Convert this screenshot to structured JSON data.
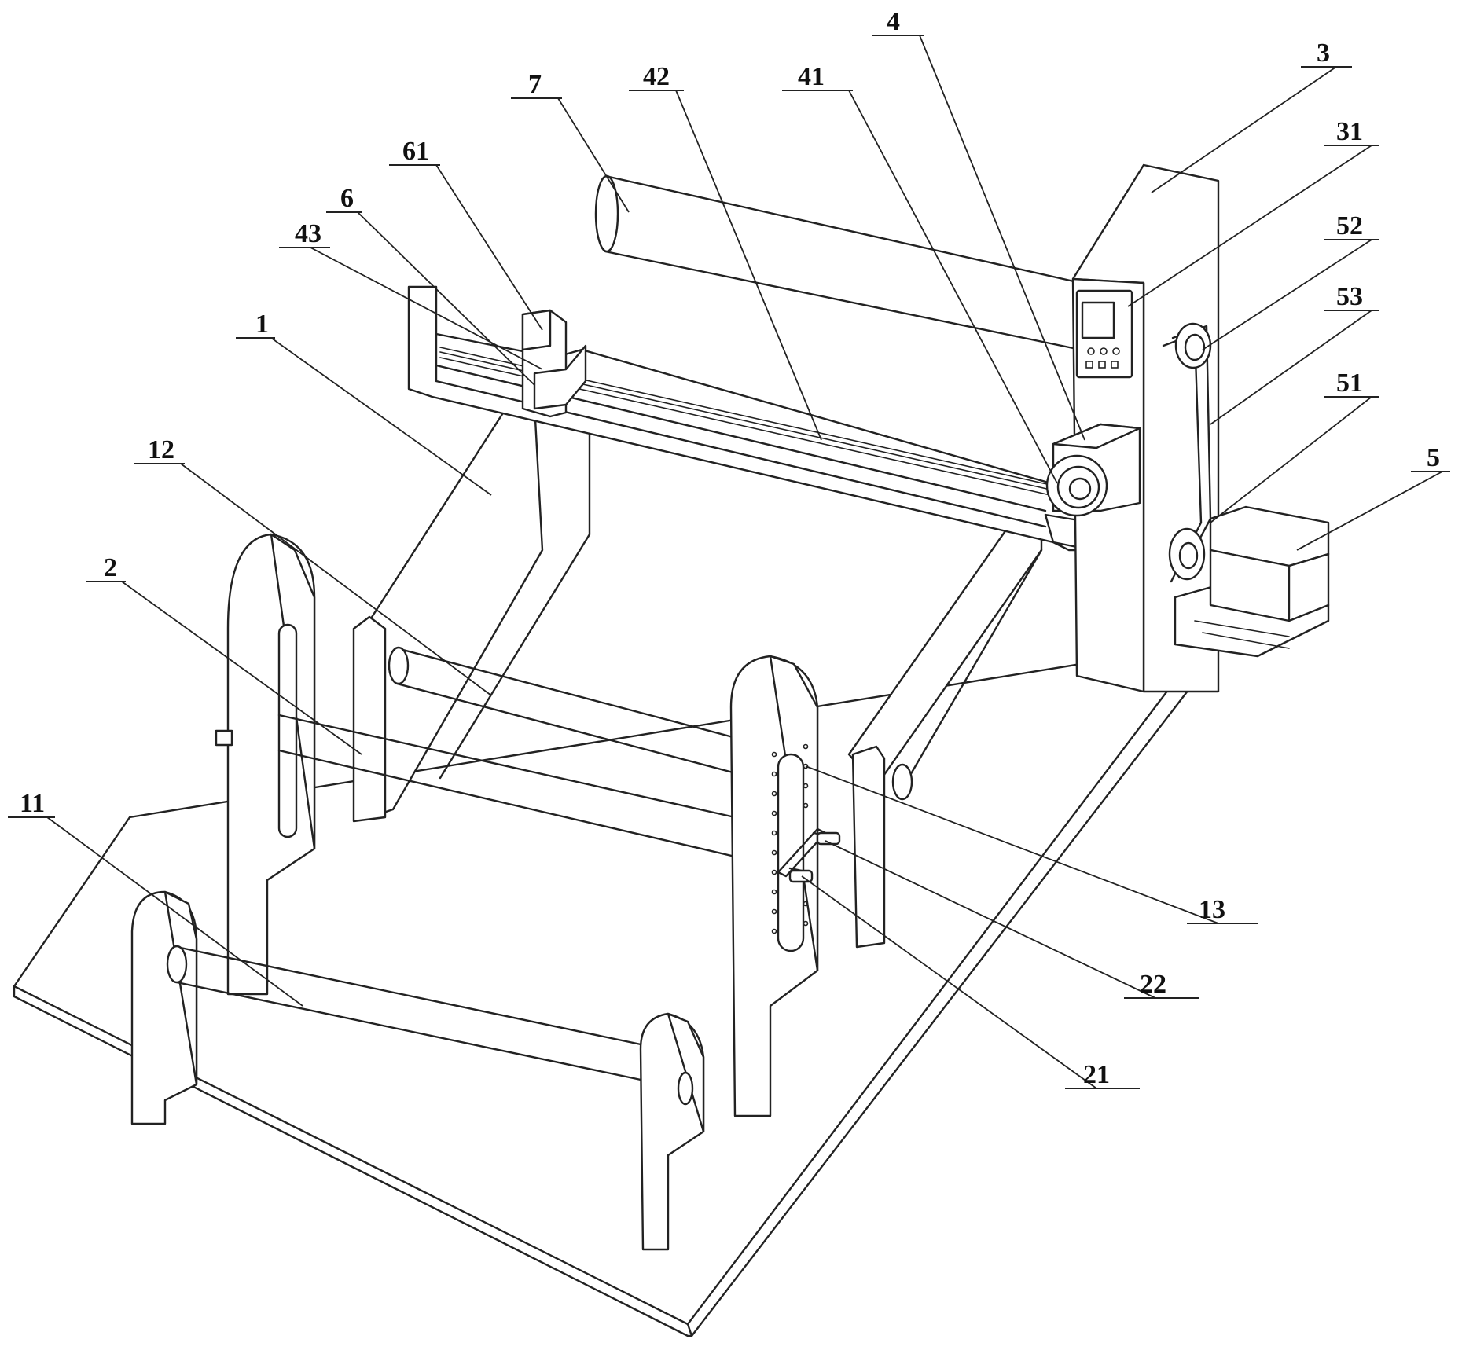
{
  "figure": {
    "labels": [
      {
        "id": "l4",
        "text": "4"
      },
      {
        "id": "l3",
        "text": "3"
      },
      {
        "id": "l42",
        "text": "42"
      },
      {
        "id": "l41",
        "text": "41"
      },
      {
        "id": "l7",
        "text": "7"
      },
      {
        "id": "l31",
        "text": "31"
      },
      {
        "id": "l61",
        "text": "61"
      },
      {
        "id": "l6",
        "text": "6"
      },
      {
        "id": "l52",
        "text": "52"
      },
      {
        "id": "l43",
        "text": "43"
      },
      {
        "id": "l53",
        "text": "53"
      },
      {
        "id": "l1",
        "text": "1"
      },
      {
        "id": "l51",
        "text": "51"
      },
      {
        "id": "l12",
        "text": "12"
      },
      {
        "id": "l5",
        "text": "5"
      },
      {
        "id": "l2",
        "text": "2"
      },
      {
        "id": "l11",
        "text": "11"
      },
      {
        "id": "l13",
        "text": "13"
      },
      {
        "id": "l22",
        "text": "22"
      },
      {
        "id": "l21",
        "text": "21"
      }
    ]
  }
}
